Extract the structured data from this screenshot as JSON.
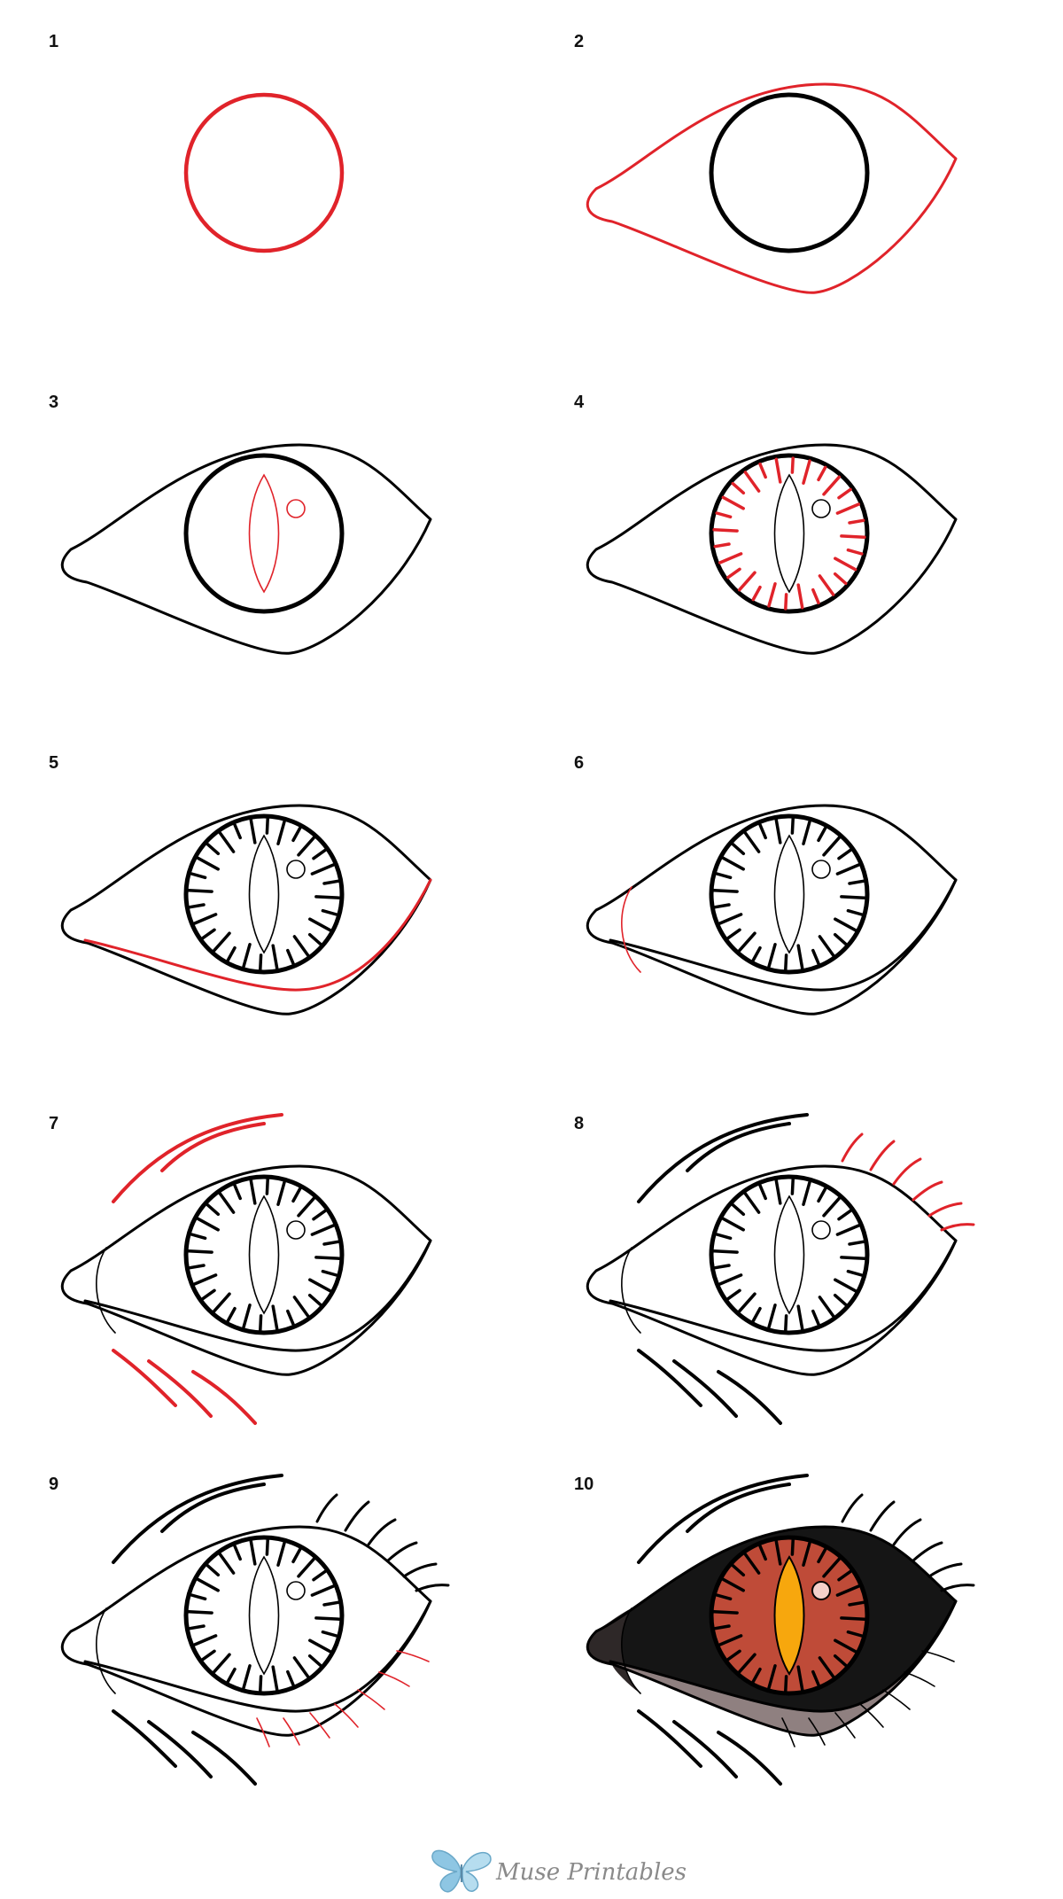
{
  "colors": {
    "ink": "#000000",
    "new_line": "#e0232a",
    "iris": "#bf4b38",
    "pupil": "#f7a70d",
    "sclera": "#151515",
    "inner_corner": "#2e2828",
    "lower_lid": "#8f8080",
    "highlight": "#f4d1cb",
    "logo_butterfly": "#8ec6e3",
    "logo_text": "#8a8a8a"
  },
  "steps": [
    {
      "number": "1",
      "new_parts": [
        "iris-circle"
      ]
    },
    {
      "number": "2",
      "new_parts": [
        "eye-outline"
      ]
    },
    {
      "number": "3",
      "new_parts": [
        "slit-pupil",
        "highlight"
      ]
    },
    {
      "number": "4",
      "new_parts": [
        "iris-ticks"
      ]
    },
    {
      "number": "5",
      "new_parts": [
        "lower-lid-line"
      ]
    },
    {
      "number": "6",
      "new_parts": [
        "inner-corner-line"
      ]
    },
    {
      "number": "7",
      "new_parts": [
        "upper-crease-lines",
        "lower-wrinkle-lines"
      ]
    },
    {
      "number": "8",
      "new_parts": [
        "upper-lashes"
      ]
    },
    {
      "number": "9",
      "new_parts": [
        "lower-lashes"
      ]
    },
    {
      "number": "10",
      "new_parts": [
        "color-fill"
      ]
    }
  ],
  "footer": {
    "logo_text": "Muse Printables",
    "logo_icon": "butterfly-icon"
  }
}
